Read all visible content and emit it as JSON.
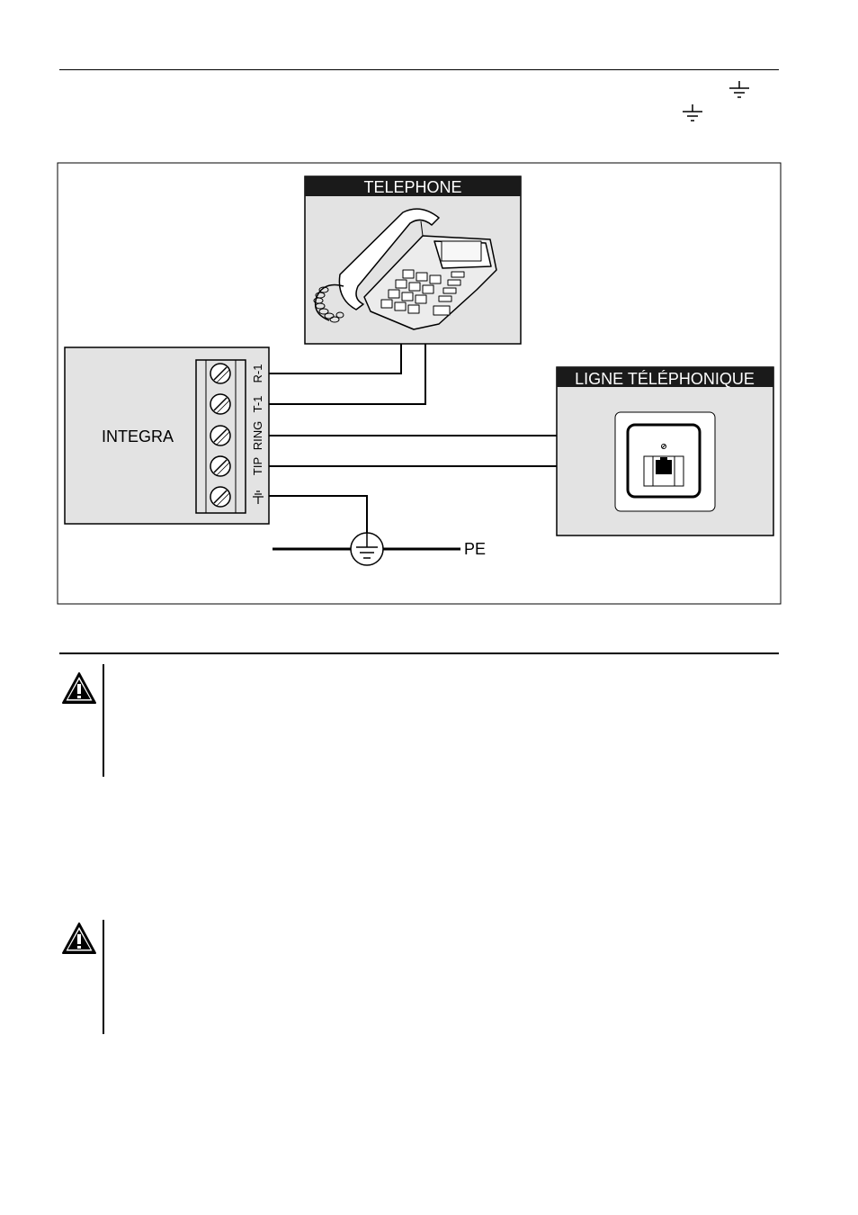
{
  "diagram": {
    "telephone_label": "TELEPHONE",
    "phone_line_label": "LIGNE TÉLÉPHONIQUE",
    "module_label": "INTEGRA",
    "terminals": [
      "R-1",
      "T-1",
      "RING",
      "TIP"
    ],
    "pe_label": "PE"
  },
  "icons": {
    "ground": "ground-icon",
    "warning": "warning-icon",
    "protective_earth": "protective-earth-icon"
  },
  "colors": {
    "ink": "#000000",
    "panel_fill": "#e3e3e3",
    "header_fill": "#1a1a1a",
    "header_text": "#ffffff"
  }
}
